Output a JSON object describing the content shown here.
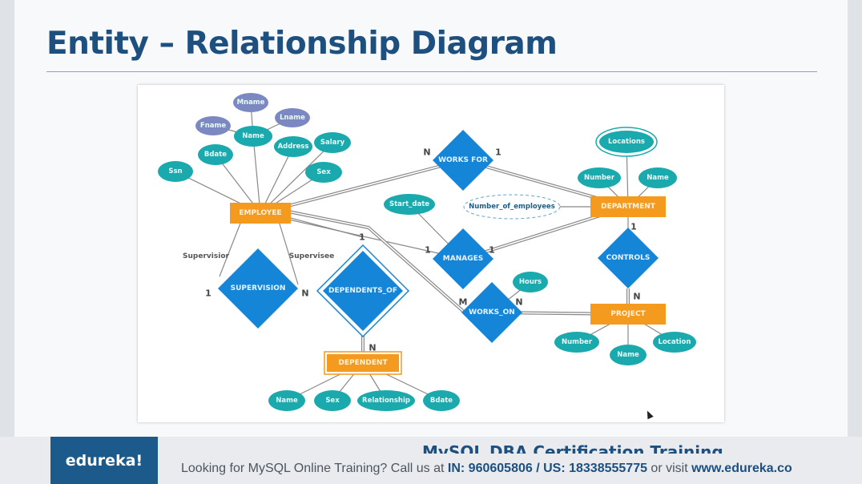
{
  "slide": {
    "title": "Entity – Relationship Diagram"
  },
  "diagram": {
    "colors": {
      "entity": "#f39a1f",
      "relationship": "#1585d8",
      "attribute": "#1aa9ad",
      "composite_part": "#7c88c2",
      "line": "#888888"
    },
    "entities": [
      {
        "id": "employee",
        "label": "EMPLOYEE",
        "weak": false
      },
      {
        "id": "department",
        "label": "DEPARTMENT",
        "weak": false
      },
      {
        "id": "project",
        "label": "PROJECT",
        "weak": false
      },
      {
        "id": "dependent",
        "label": "DEPENDENT",
        "weak": true
      }
    ],
    "relationships": [
      {
        "id": "works_for",
        "label": "WORKS FOR",
        "identifying": false
      },
      {
        "id": "manages",
        "label": "MANAGES",
        "identifying": false
      },
      {
        "id": "supervision",
        "label": "SUPERVISION",
        "identifying": false
      },
      {
        "id": "dependents_of",
        "label": "DEPENDENTS_OF",
        "identifying": true
      },
      {
        "id": "controls",
        "label": "CONTROLS",
        "identifying": false
      },
      {
        "id": "works_on",
        "label": "WORKS_ON",
        "identifying": false
      }
    ],
    "attributes": [
      {
        "id": "mname",
        "label": "Mname",
        "kind": "part"
      },
      {
        "id": "fname",
        "label": "Fname",
        "kind": "part"
      },
      {
        "id": "lname",
        "label": "Lname",
        "kind": "part"
      },
      {
        "id": "emp_name",
        "label": "Name",
        "kind": "normal"
      },
      {
        "id": "address",
        "label": "Address",
        "kind": "normal"
      },
      {
        "id": "salary",
        "label": "Salary",
        "kind": "normal"
      },
      {
        "id": "bdate",
        "label": "Bdate",
        "kind": "normal"
      },
      {
        "id": "ssn",
        "label": "Ssn",
        "kind": "key"
      },
      {
        "id": "emp_sex",
        "label": "Sex",
        "kind": "normal"
      },
      {
        "id": "start_date",
        "label": "Start_date",
        "kind": "normal"
      },
      {
        "id": "num_emp",
        "label": "Number_of_employees",
        "kind": "derived"
      },
      {
        "id": "locations",
        "label": "Locations",
        "kind": "multivalued"
      },
      {
        "id": "dept_number",
        "label": "Number",
        "kind": "key"
      },
      {
        "id": "dept_name",
        "label": "Name",
        "kind": "key"
      },
      {
        "id": "hours",
        "label": "Hours",
        "kind": "normal"
      },
      {
        "id": "proj_number",
        "label": "Number",
        "kind": "key"
      },
      {
        "id": "proj_name",
        "label": "Name",
        "kind": "key"
      },
      {
        "id": "proj_location",
        "label": "Location",
        "kind": "normal"
      },
      {
        "id": "dep_name",
        "label": "Name",
        "kind": "partial-key"
      },
      {
        "id": "dep_sex",
        "label": "Sex",
        "kind": "normal"
      },
      {
        "id": "relationship",
        "label": "Relationship",
        "kind": "normal"
      },
      {
        "id": "dep_bdate",
        "label": "Bdate",
        "kind": "normal"
      }
    ],
    "cardinalities": [
      {
        "id": "wf_emp",
        "label": "N"
      },
      {
        "id": "wf_dept",
        "label": "1"
      },
      {
        "id": "mg_emp",
        "label": "1"
      },
      {
        "id": "mg_dept",
        "label": "1"
      },
      {
        "id": "sup_1",
        "label": "1"
      },
      {
        "id": "sup_n",
        "label": "N"
      },
      {
        "id": "dep_1",
        "label": "1"
      },
      {
        "id": "dep_n",
        "label": "N"
      },
      {
        "id": "ctl_1",
        "label": "1"
      },
      {
        "id": "ctl_n",
        "label": "N"
      },
      {
        "id": "wo_m",
        "label": "M"
      },
      {
        "id": "wo_n",
        "label": "N"
      }
    ],
    "roles": [
      {
        "id": "supervisor",
        "label": "Supervisior"
      },
      {
        "id": "supervisee",
        "label": "Supervisee"
      }
    ]
  },
  "footer": {
    "brand": "edureka!",
    "course": "MySQL DBA Certification Training",
    "promo_prefix": "Looking for MySQL Online Training? Call us at ",
    "phone": "IN: 960605806 / US: 18338555775",
    "promo_mid": " or visit ",
    "site": "www.edureka.co"
  }
}
